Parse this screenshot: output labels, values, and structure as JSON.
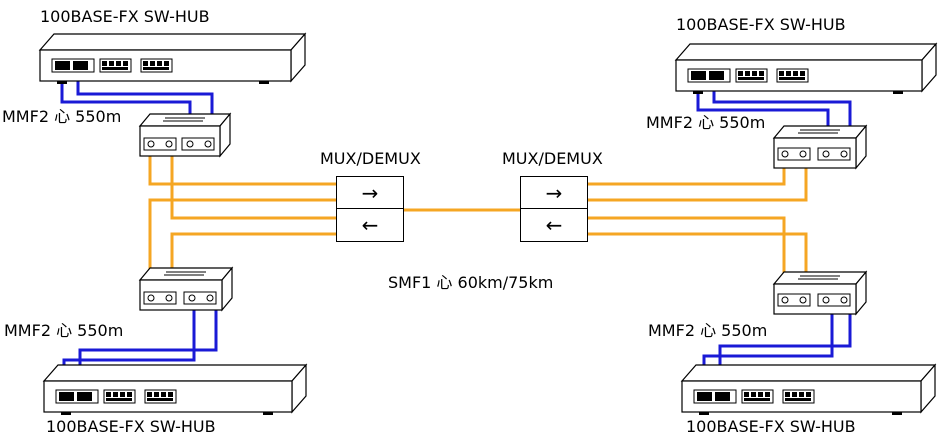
{
  "labels": {
    "hub_tl": "100BASE-FX SW-HUB",
    "hub_tr": "100BASE-FX SW-HUB",
    "hub_bl": "100BASE-FX SW-HUB",
    "hub_br": "100BASE-FX SW-HUB",
    "mmf_tl": "MMF2 心 550m",
    "mmf_tr": "MMF2 心 550m",
    "mmf_bl": "MMF2 心 550m",
    "mmf_br": "MMF2 心 550m",
    "mux_left": "MUX/DEMUX",
    "mux_right": "MUX/DEMUX",
    "smf": "SMF1 心 60km/75km"
  },
  "mux_arrows": {
    "tx": "→",
    "rx": "←"
  },
  "colors": {
    "smf_fiber": "#f5a623",
    "mmf_fiber": "#1a1ad6",
    "device_fill": "#ffffff",
    "line": "#000000"
  }
}
